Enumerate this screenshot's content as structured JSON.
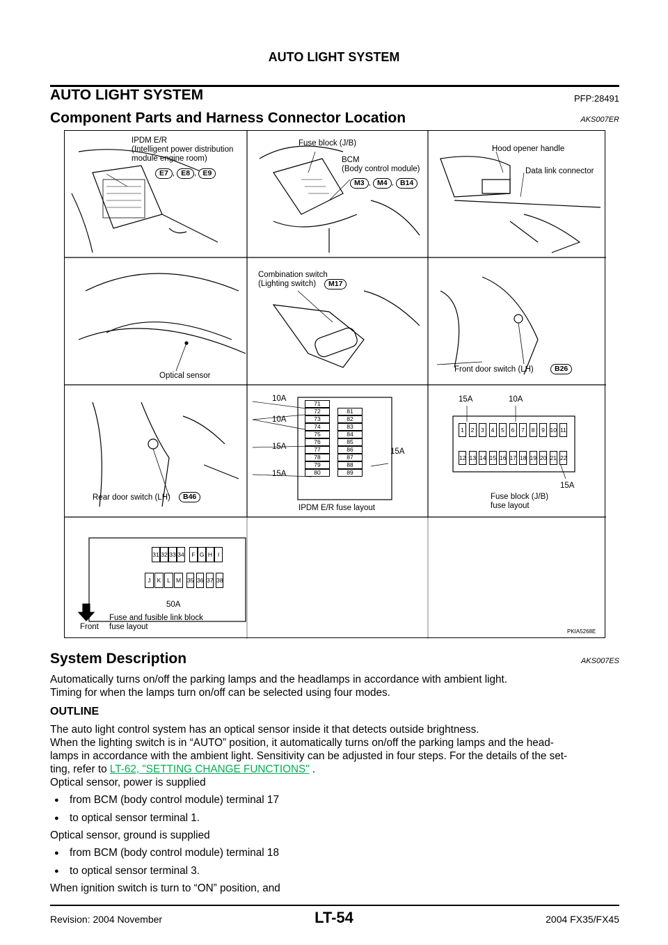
{
  "header": {
    "title": "AUTO LIGHT SYSTEM"
  },
  "section": {
    "title": "AUTO LIGHT SYSTEM",
    "pfp": "PFP:28491",
    "sub_title": "Component Parts and Harness Connector Location",
    "sub_code": "AKS007ER",
    "sys_title": "System Description",
    "sys_code": "AKS007ES"
  },
  "figure": {
    "code": "PKIA5268E",
    "ipdm_label": "IPDM E/R\n(Intelligent power distribution\nmodule engine room)",
    "ipdm_connectors": [
      "E7",
      "E8",
      "E9"
    ],
    "fuse_block_label": "Fuse block (J/B)",
    "bcm_label": "BCM\n(Body control module)",
    "bcm_connectors": [
      "M3",
      "M4",
      "B14"
    ],
    "hood_label": "Hood opener handle",
    "dlc_label": "Data link connector",
    "optical_label": "Optical sensor",
    "combo_label": "Combination switch\n(Lighting switch)",
    "combo_connector": "M17",
    "front_door_label": "Front door switch (LH)",
    "front_door_connector": "B26",
    "rear_door_label": "Rear door switch (LH)",
    "rear_door_connector": "B46",
    "ipdm_fuse_caption": "IPDM E/R fuse layout",
    "ipdm_fuses_left": [
      "71",
      "72",
      "73",
      "74",
      "75",
      "76",
      "77",
      "78",
      "79",
      "80"
    ],
    "ipdm_fuses_right": [
      "81",
      "82",
      "83",
      "84",
      "85",
      "86",
      "87",
      "88",
      "89"
    ],
    "ipdm_amps": [
      "10A",
      "10A",
      "15A",
      "15A",
      "15A"
    ],
    "jb_caption": "Fuse block (J/B)\nfuse layout",
    "jb_row1": [
      "1",
      "2",
      "3",
      "4",
      "5",
      "6",
      "7",
      "8",
      "9",
      "10",
      "11"
    ],
    "jb_row2": [
      "12",
      "13",
      "14",
      "15",
      "16",
      "17",
      "18",
      "19",
      "20",
      "21",
      "22"
    ],
    "jb_amps": [
      "15A",
      "10A",
      "15A"
    ],
    "fl_caption": "Fuse and fusible link block\nfuse layout",
    "fl_row1": [
      "31",
      "32",
      "33",
      "34",
      "F",
      "G",
      "H",
      "I"
    ],
    "fl_row2": [
      "J",
      "K",
      "L",
      "M",
      "35",
      "36",
      "37",
      "38"
    ],
    "fl_amp": "50A",
    "front_label": "Front"
  },
  "body": {
    "p1": "Automatically turns on/off the parking lamps and the headlamps in accordance with ambient light.",
    "p2": "Timing for when the lamps turn on/off can be selected using four modes.",
    "outline_title": "OUTLINE",
    "p3": "The auto light control system has an optical sensor inside it that detects outside brightness.",
    "p4": "When the lighting switch is in “AUTO” position, it automatically turns on/off the parking lamps and the head-",
    "p5": "lamps in accordance with the ambient light. Sensitivity can be adjusted in four steps. For the details of the set-",
    "p6_pre": "ting, refer to ",
    "p6_link": "LT-62, \"SETTING CHANGE FUNCTIONS\"",
    "p6_post": " .",
    "p7": "Optical sensor, power is supplied",
    "b1": "from BCM (body control module) terminal 17",
    "b2": "to optical sensor terminal 1.",
    "p8": "Optical sensor, ground is supplied",
    "b3": "from BCM (body control module) terminal 18",
    "b4": "to optical sensor terminal 3.",
    "p9": "When ignition switch is turn to “ON” position, and"
  },
  "footer": {
    "revision": "Revision: 2004 November",
    "page": "LT-54",
    "model": "2004 FX35/FX45"
  }
}
